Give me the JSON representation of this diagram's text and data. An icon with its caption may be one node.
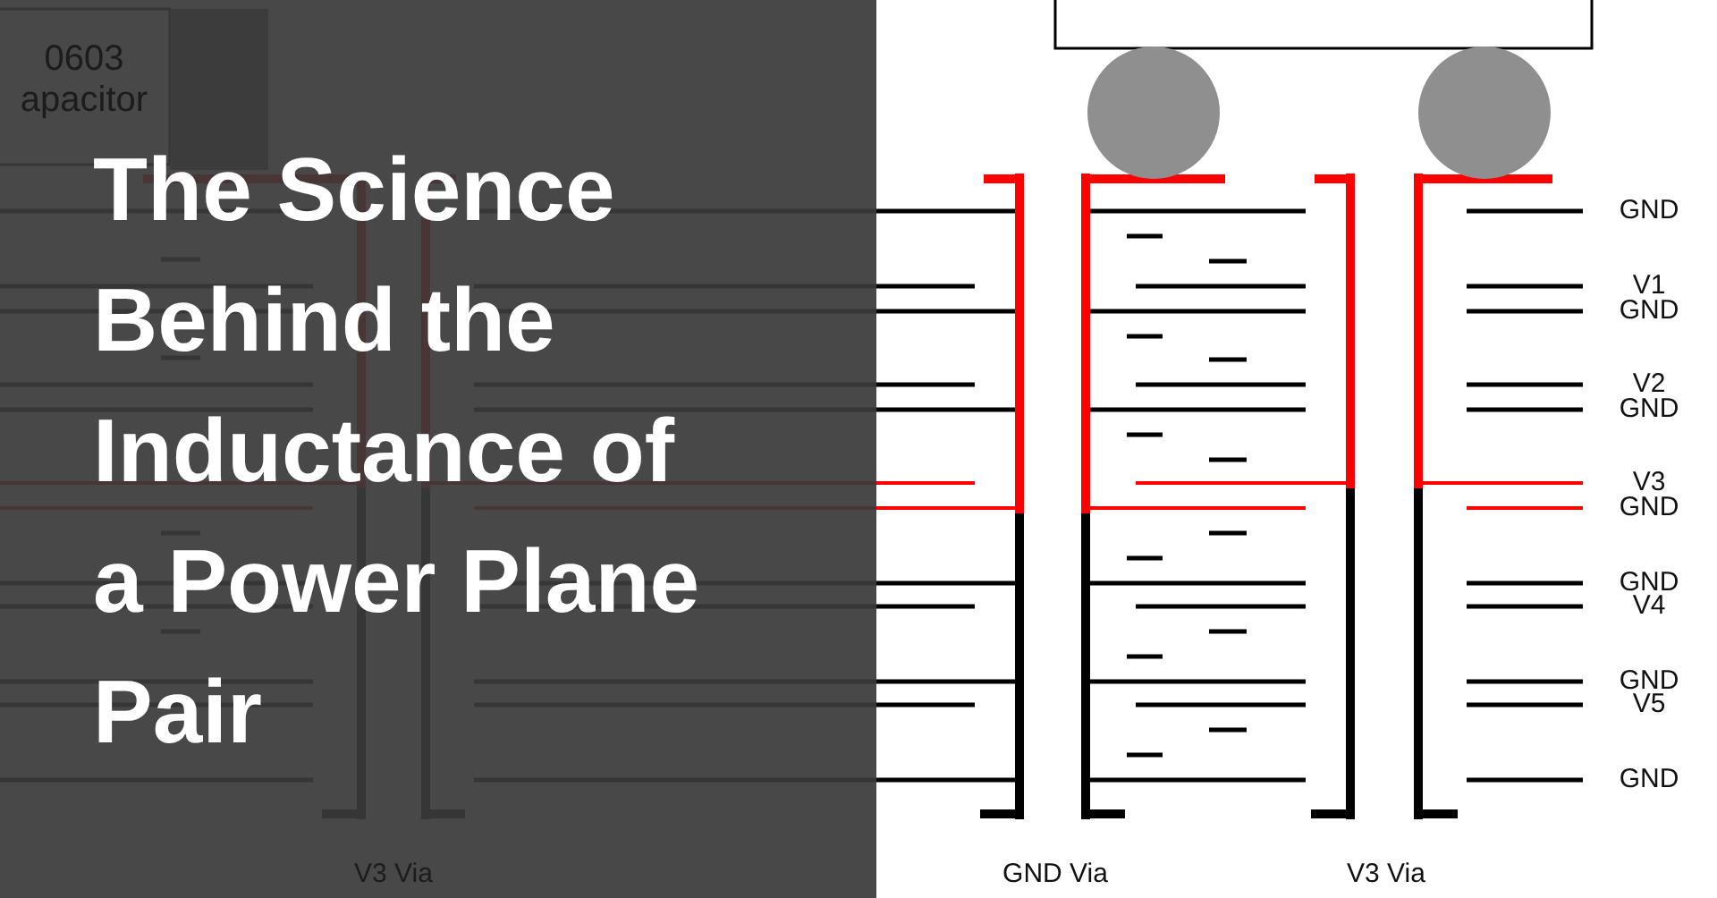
{
  "diagram": {
    "title": "The Science Behind the Inductance of a Power Plane Pair",
    "labels": [
      "0603 apacitor",
      "GND",
      "V1",
      "GND",
      "V2",
      "GND",
      "V3",
      "GND",
      "GND",
      "V4",
      "GND",
      "V5",
      "GND",
      "V3 Via",
      "GND Via",
      "V3 Via"
    ]
  }
}
